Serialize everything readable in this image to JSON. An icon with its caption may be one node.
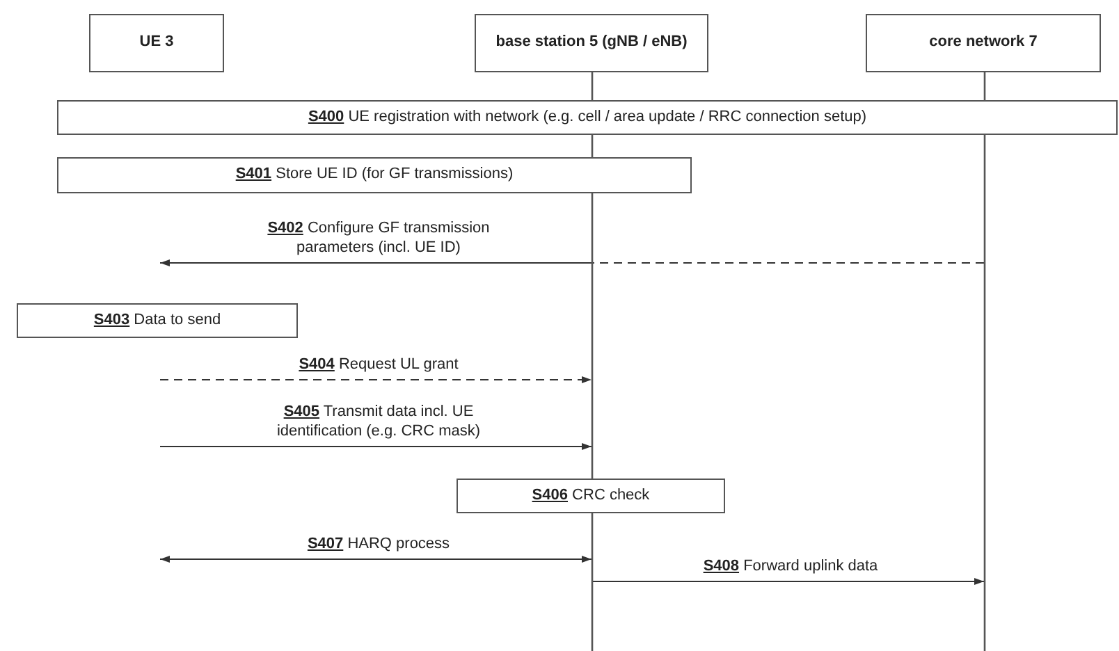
{
  "diagram": {
    "nodes": [
      {
        "text": [
          "UE 3"
        ]
      },
      {
        "text": [
          "base station 5 (gNB / eNB)"
        ]
      },
      {
        "text": [
          "core network 7"
        ]
      },
      {
        "text": [
          "**S400** UE registration with network (e.g. cell / area update / RRC connection setup)"
        ]
      },
      {
        "text": [
          "**S401** Store UE ID (for GF transmissions)"
        ]
      },
      {
        "text": [
          "**S403** Data to send"
        ]
      },
      {
        "text": [
          "**S406** CRC check"
        ]
      }
    ],
    "edges": [
      {
        "from": 2,
        "to": 1,
        "arrow": "none",
        "style": "dashed"
      },
      {
        "from": 1,
        "to": null,
        "arrow": "to",
        "label": "**S402** Configure GF transmission parameters (incl. UE ID)"
      },
      {
        "from": null,
        "to": 1,
        "arrow": "to",
        "style": "dashed",
        "label": "**S404** Request UL grant"
      },
      {
        "from": null,
        "to": 1,
        "arrow": "to",
        "label": "**S405** Transmit data incl. UE identification (e.g. CRC mask)"
      },
      {
        "from": null,
        "to": 1,
        "arrow": "both",
        "label": "**S407** HARQ process"
      },
      {
        "from": 1,
        "to": 2,
        "arrow": "to",
        "label": "**S408** Forward uplink data"
      }
    ]
  }
}
